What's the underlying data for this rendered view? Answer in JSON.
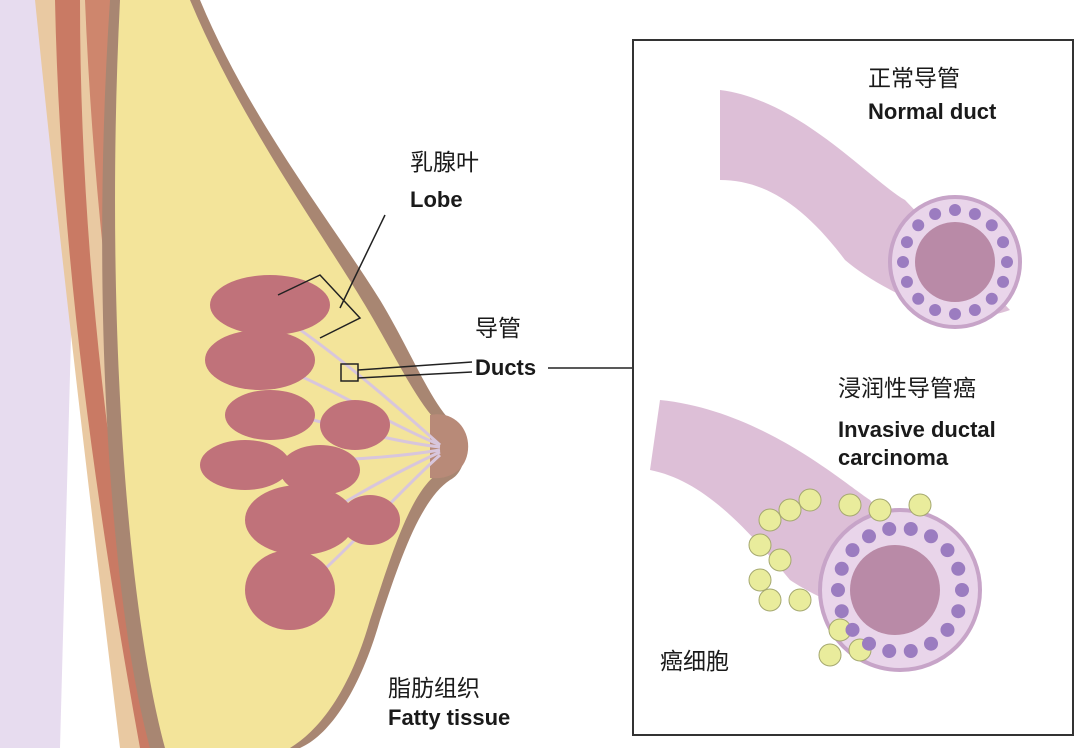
{
  "labels": {
    "lobe": {
      "zh": "乳腺叶",
      "en": "Lobe"
    },
    "ducts": {
      "zh": "导管",
      "en": "Ducts"
    },
    "fatty_tissue": {
      "zh": "脂肪组织",
      "en": "Fatty tissue"
    },
    "normal_duct": {
      "zh": "正常导管",
      "en": "Normal duct"
    },
    "idc": {
      "zh": "浸润性导管癌",
      "en_line1": "Invasive ductal",
      "en_line2": "carcinoma"
    },
    "cancer_cells": {
      "zh": "癌细胞"
    }
  },
  "colors": {
    "skin": "#c9a88f",
    "fat": "#f3e49a",
    "lobe": "#c0727a",
    "duct_wall": "#d9b8d3",
    "nucleus": "#9b7cc0",
    "cancer_cell": "#e9ec9c"
  }
}
